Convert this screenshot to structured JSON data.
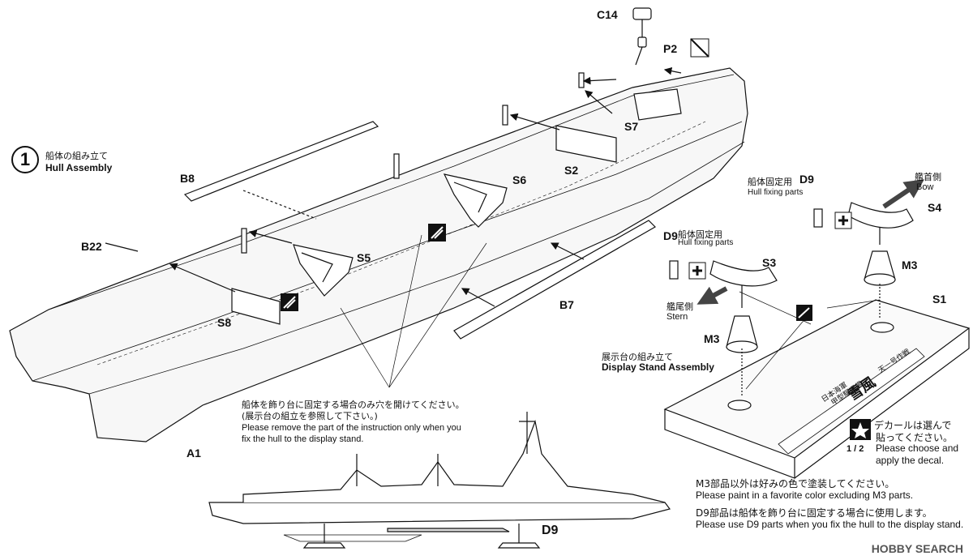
{
  "step": {
    "number": "1",
    "title_jp": "船体の組み立て",
    "title_en": "Hull Assembly"
  },
  "parts": {
    "c14": "C14",
    "p2": "P2",
    "s7": "S7",
    "s2": "S2",
    "s6": "S6",
    "b8": "B8",
    "b22": "B22",
    "s5": "S5",
    "s8": "S8",
    "b7": "B7",
    "a1": "A1",
    "d9_bottom": "D9",
    "d9_top": "D9",
    "d9_left": "D9",
    "s4": "S4",
    "s3": "S3",
    "m3_right": "M3",
    "m3_left": "M3",
    "s1": "S1"
  },
  "hull_fixing_right": {
    "jp": "船体固定用",
    "en": "Hull fixing parts"
  },
  "hull_fixing_left": {
    "jp": "船体固定用",
    "en": "Hull fixing parts"
  },
  "bow": {
    "jp": "艦首側",
    "en": "Bow"
  },
  "stern": {
    "jp": "艦尾側",
    "en": "Stern"
  },
  "stand_assembly": {
    "jp": "展示台の組み立て",
    "en": "Display Stand Assembly"
  },
  "hole_note": {
    "jp1": "船体を飾り台に固定する場合のみ穴を開けてください。",
    "jp2": "(展示台の組立を参照して下さい。)",
    "en1": "Please remove the part of the instruction only when you",
    "en2": "fix the hull to the display stand."
  },
  "decal_note": {
    "jp": "デカールは選んで",
    "jp2": "貼ってください。",
    "en1": "Please choose and",
    "en2": "apply the decal.",
    "fraction": "1 / 2"
  },
  "paint_note": {
    "jp": "M3部品以外は好みの色で塗装してください。",
    "en": "Please paint in a favorite color excluding M3 parts."
  },
  "d9_note": {
    "jp": "D9部品は船体を飾り台に固定する場合に使用します。",
    "en": "Please use D9 parts when you fix the hull to the display stand."
  },
  "stand_plate": {
    "line1": "日本海軍",
    "line2": "甲型駆逐艦",
    "name": "雪風",
    "tag": "天一号作戦"
  },
  "watermark": "HOBBY SEARCH"
}
